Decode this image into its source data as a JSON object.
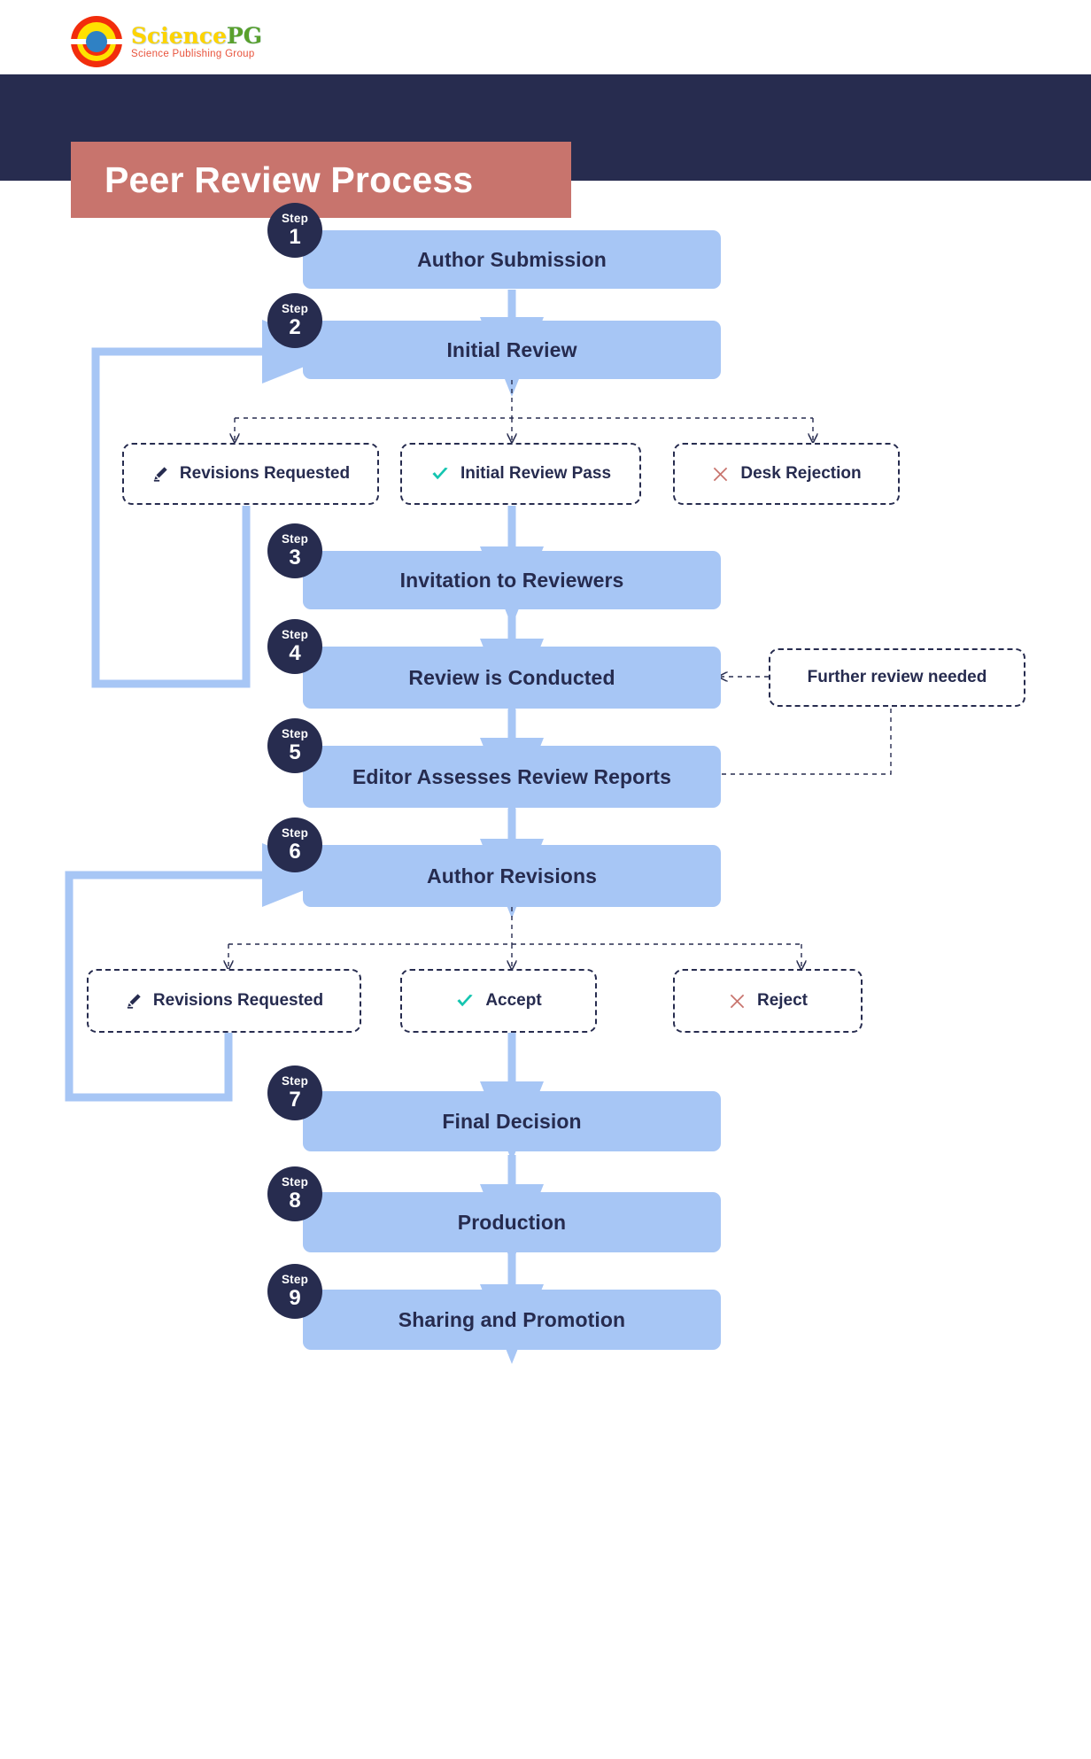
{
  "brand": {
    "logo_icon": "sciencepg-circle-logo",
    "name_part1": "Science",
    "name_part2": "PG",
    "tagline": "Science Publishing Group"
  },
  "header": {
    "title": "Peer Review Process",
    "band_color": "#272c4f",
    "chip_color": "#c8746d",
    "title_color": "#ffffff"
  },
  "theme": {
    "step_box_fill": "#a7c6f5",
    "step_box_text": "#262b4f",
    "badge_fill": "#272c4f",
    "badge_text": "#ffffff",
    "arrow_color": "#a7c6f5",
    "dashed_border": "#272c4f",
    "check_color": "#15c5b0",
    "reject_color": "#c8746d",
    "pencil_color": "#262b4f",
    "page_background": "#ffffff"
  },
  "steps": [
    {
      "badge_word": "Step",
      "number": "1",
      "label": "Author Submission"
    },
    {
      "badge_word": "Step",
      "number": "2",
      "label": "Initial Review"
    },
    {
      "badge_word": "Step",
      "number": "3",
      "label": "Invitation to Reviewers"
    },
    {
      "badge_word": "Step",
      "number": "4",
      "label": "Review is Conducted"
    },
    {
      "badge_word": "Step",
      "number": "5",
      "label": "Editor Assesses Review Reports"
    },
    {
      "badge_word": "Step",
      "number": "6",
      "label": "Author Revisions"
    },
    {
      "badge_word": "Step",
      "number": "7",
      "label": "Final Decision"
    },
    {
      "badge_word": "Step",
      "number": "8",
      "label": "Production"
    },
    {
      "badge_word": "Step",
      "number": "9",
      "label": "Sharing and Promotion"
    }
  ],
  "decisions_after_initial_review": [
    {
      "icon": "pencil-icon",
      "label": "Revisions Requested"
    },
    {
      "icon": "check-icon",
      "label": "Initial Review Pass"
    },
    {
      "icon": "cross-icon",
      "label": "Desk Rejection"
    }
  ],
  "decisions_after_author_revisions": [
    {
      "icon": "pencil-icon",
      "label": "Revisions Requested"
    },
    {
      "icon": "check-icon",
      "label": "Accept"
    },
    {
      "icon": "cross-icon",
      "label": "Reject"
    }
  ],
  "notes": [
    {
      "label": "Further review needed"
    }
  ],
  "chart_data": {
    "type": "table",
    "title": "Peer Review Process",
    "categories": [
      "Author Submission",
      "Initial Review",
      "Invitation to Reviewers",
      "Review is Conducted",
      "Editor Assesses Review Reports",
      "Author Revisions",
      "Final Decision",
      "Production",
      "Sharing and Promotion"
    ],
    "values": [
      1,
      2,
      3,
      4,
      5,
      6,
      7,
      8,
      9
    ],
    "xlabel": "",
    "ylabel": "Step"
  }
}
